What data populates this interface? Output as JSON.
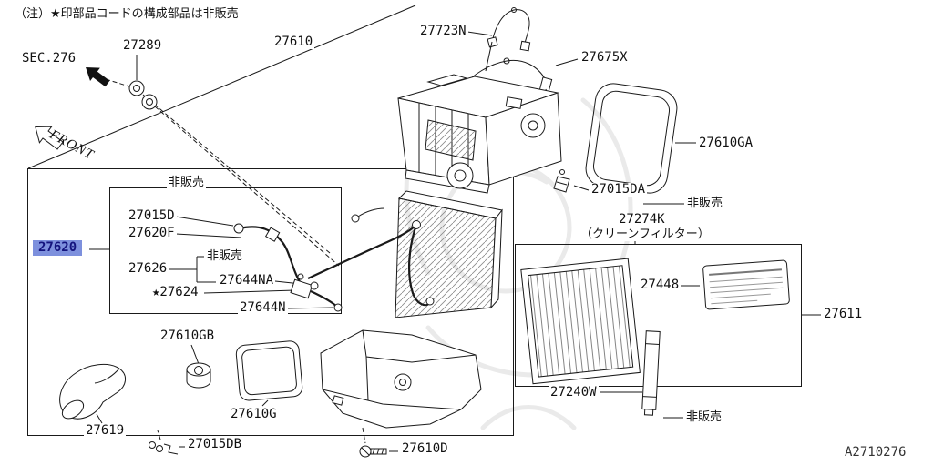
{
  "page": {
    "note": "（注）★印部品コードの構成部品は非販売",
    "section_ref": "SEC.276",
    "front_label": "FRONT",
    "diagram_code": "A2710276",
    "not_for_sale_label": "非販売"
  },
  "parts": {
    "27289": "27289",
    "27610": "27610",
    "27723N": "27723N",
    "27675X": "27675X",
    "27610GA": "27610GA",
    "27015DA": "27015DA",
    "27274K": "27274K",
    "27274K_note": "（クリーンフィルター）",
    "27015D": "27015D",
    "27620F": "27620F",
    "27620": "27620",
    "27626": "27626",
    "27644NA": "27644NA",
    "27624_star": "★27624",
    "27644N": "27644N",
    "27448": "27448",
    "27611": "27611",
    "27610GB": "27610GB",
    "27240W": "27240W",
    "27610G": "27610G",
    "27619": "27619",
    "27015DB": "27015DB",
    "27610D": "27610D"
  },
  "selection": {
    "selected_part": "27620"
  },
  "colors": {
    "highlight-bg": "#7d90dd",
    "highlight-fg": "#14147e",
    "line": "#1a1a1a"
  }
}
